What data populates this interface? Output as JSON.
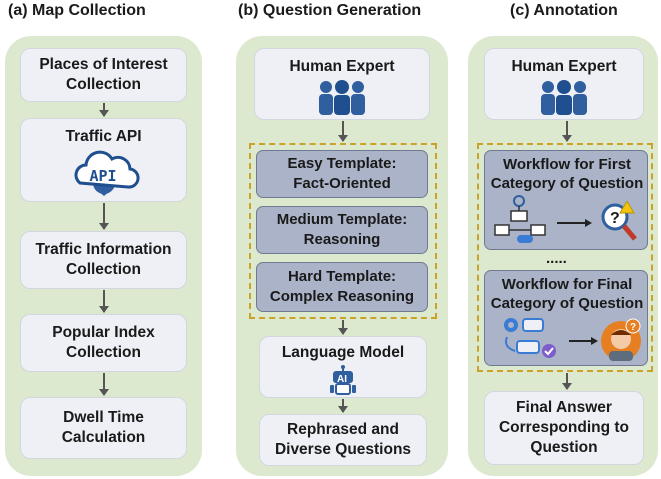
{
  "panels": {
    "a": {
      "title": "(a) Map Collection",
      "boxes": [
        "Places of Interest Collection",
        "Traffic API",
        "Traffic Information Collection",
        "Popular Index Collection",
        "Dwell Time Calculation"
      ],
      "api_label": "API"
    },
    "b": {
      "title": "(b) Question Generation",
      "expert": "Human Expert",
      "templates": [
        "Easy Template: Fact-Oriented",
        "Medium Template: Reasoning",
        "Hard Template: Complex Reasoning"
      ],
      "model": "Language Model",
      "ai_label": "AI",
      "output": "Rephrased and Diverse Questions"
    },
    "c": {
      "title": "(c) Annotation",
      "expert": "Human Expert",
      "workflow_first": "Workflow for First Category of Question",
      "ellipsis": ".....",
      "workflow_final": "Workflow for Final Category of Question",
      "output": "Final Answer Corresponding to Question"
    }
  },
  "colors": {
    "panel_bg": "#dce9cf",
    "box_bg": "#eef0f5",
    "template_bg": "#aab3c7",
    "dash": "#c9a227",
    "icon_blue": "#2f5f9e"
  }
}
